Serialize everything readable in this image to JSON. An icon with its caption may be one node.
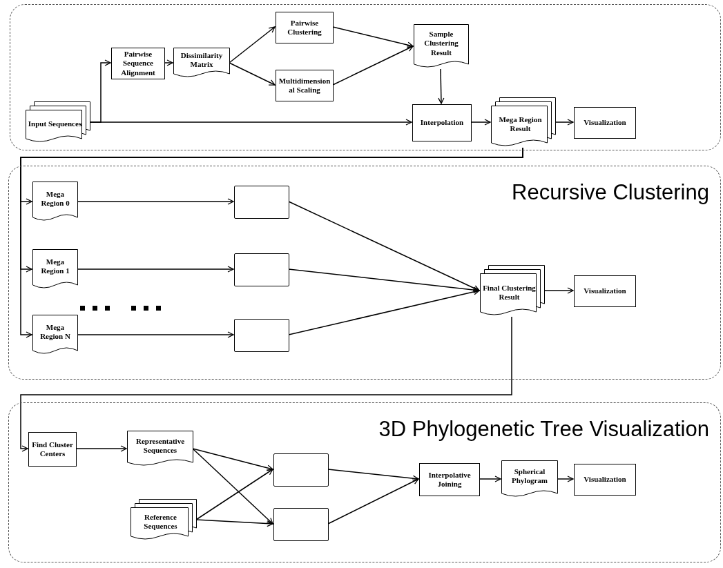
{
  "diagram": {
    "nodes": [
      {
        "text": [],
        "shape": "box"
      },
      {
        "text": [
          "Input Sequences"
        ],
        "in": 0
      },
      {
        "text": [
          "Pairwise Sequence Alignment"
        ],
        "in": 0
      },
      {
        "text": [
          "Dissimilarity Matrix"
        ],
        "in": 0
      },
      {
        "text": [
          "Pairwise Clustering"
        ],
        "in": 0
      },
      {
        "text": [
          "Multidimension al Scaling"
        ],
        "in": 0
      },
      {
        "text": [
          "Sample Clustering Result"
        ],
        "in": 0
      },
      {
        "text": [
          "Interpolation"
        ],
        "in": 0
      },
      {
        "text": [
          "Mega Region Result"
        ],
        "in": 0
      },
      {
        "text": [
          "Visualization"
        ],
        "in": 0
      },
      {
        "text": [
          "Recursive Clustering"
        ]
      },
      {
        "text": [
          "Mega Region 0"
        ],
        "in": 10
      },
      {
        "text": [],
        "shape": "box",
        "in": 10
      },
      {
        "text": [
          "Mega Region 1"
        ],
        "in": 10
      },
      {
        "text": [],
        "shape": "box",
        "in": 10
      },
      {
        "text": [
          "Mega Region N"
        ],
        "in": 10
      },
      {
        "text": [],
        "shape": "box",
        "in": 10
      },
      {
        "text": [
          "Final Clustering Result"
        ],
        "in": 10
      },
      {
        "text": [
          "Visualization"
        ],
        "in": 10
      },
      {
        "text": [
          "3D Phylogenetic Tree Visualization"
        ]
      },
      {
        "text": [
          "Find Cluster Centers"
        ],
        "in": 19
      },
      {
        "text": [
          "Representative Sequences"
        ],
        "in": 19
      },
      {
        "text": [
          "Reference Sequences"
        ],
        "in": 19
      },
      {
        "text": [],
        "shape": "box",
        "in": 19
      },
      {
        "text": [],
        "shape": "box",
        "in": 19
      },
      {
        "text": [
          "Interpolative Joining"
        ],
        "in": 19
      },
      {
        "text": [
          "Spherical Phylogram"
        ],
        "in": 19
      },
      {
        "text": [
          "Visualization"
        ],
        "in": 19
      }
    ],
    "edges": [
      {
        "from": 1,
        "to": 2,
        "arrow": "to"
      },
      {
        "from": 2,
        "to": 3,
        "arrow": "to"
      },
      {
        "from": 3,
        "to": 4,
        "arrow": "to"
      },
      {
        "from": 3,
        "to": 5,
        "arrow": "to"
      },
      {
        "from": 4,
        "to": 6,
        "arrow": "to"
      },
      {
        "from": 5,
        "to": 6,
        "arrow": "to"
      },
      {
        "from": 6,
        "to": 7,
        "arrow": "to"
      },
      {
        "from": 1,
        "to": 7,
        "arrow": "to"
      },
      {
        "from": 7,
        "to": 8,
        "arrow": "to"
      },
      {
        "from": 8,
        "to": 9,
        "arrow": "to"
      },
      {
        "from": 8,
        "to": 11,
        "arrow": "to"
      },
      {
        "from": 8,
        "to": 13,
        "arrow": "to"
      },
      {
        "from": 8,
        "to": 15,
        "arrow": "to"
      },
      {
        "from": 11,
        "to": 12,
        "arrow": "to"
      },
      {
        "from": 13,
        "to": 14,
        "arrow": "to"
      },
      {
        "from": 15,
        "to": 16,
        "arrow": "to"
      },
      {
        "from": 12,
        "to": 17,
        "arrow": "to"
      },
      {
        "from": 14,
        "to": 17,
        "arrow": "to"
      },
      {
        "from": 16,
        "to": 17,
        "arrow": "to"
      },
      {
        "from": 17,
        "to": 18,
        "arrow": "to"
      },
      {
        "from": 17,
        "to": 20,
        "arrow": "to"
      },
      {
        "from": 20,
        "to": 21,
        "arrow": "to"
      },
      {
        "from": 21,
        "to": 23,
        "arrow": "to"
      },
      {
        "from": 21,
        "to": 24,
        "arrow": "to"
      },
      {
        "from": 22,
        "to": 23,
        "arrow": "to"
      },
      {
        "from": 22,
        "to": 24,
        "arrow": "to"
      },
      {
        "from": 23,
        "to": 25,
        "arrow": "to"
      },
      {
        "from": 24,
        "to": 25,
        "arrow": "to"
      },
      {
        "from": 25,
        "to": 26,
        "arrow": "to"
      },
      {
        "from": 26,
        "to": 27,
        "arrow": "to"
      }
    ]
  }
}
